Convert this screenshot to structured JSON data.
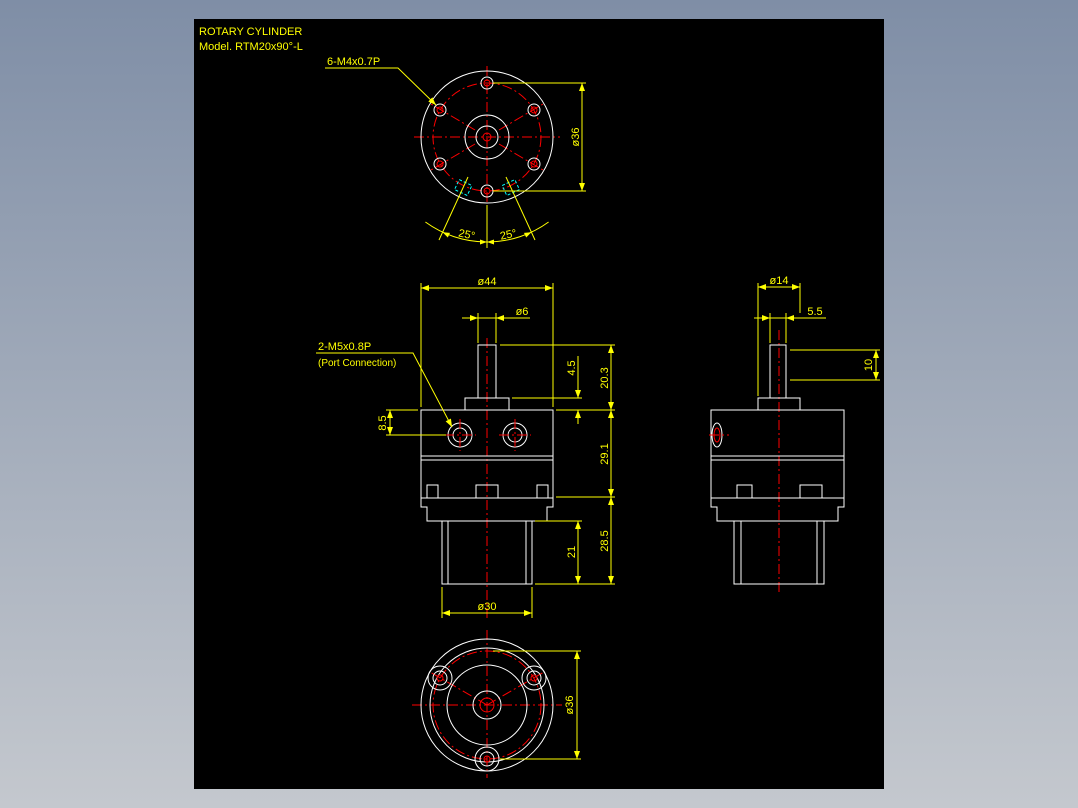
{
  "drawing": {
    "title": "ROTARY CYLINDER",
    "model": "Model. RTM20x90°-L"
  },
  "top_view": {
    "hole_callout": "6-M4x0.7P",
    "bolt_circle_dim": "ø36",
    "angle_left": "25°",
    "angle_right": "25°"
  },
  "front_view": {
    "body_diameter_dim": "ø44",
    "shaft_diameter_dim": "ø6",
    "port_callout": "2-M5x0.8P",
    "port_note": "(Port Connection)",
    "port_height_dim": "8.5",
    "collar_height_dim": "4.5",
    "shaft_height_dim": "20.3",
    "body_height_dim": "29.1",
    "base_height_dim": "28.5",
    "boss_height_dim": "21",
    "base_diameter_dim": "ø30"
  },
  "side_view": {
    "collar_diameter_dim": "ø14",
    "flat_width_dim": "5.5",
    "flat_length_dim": "10"
  },
  "bottom_view": {
    "bolt_circle_dim": "ø36"
  },
  "colors": {
    "viewport_top": "#7f8ea6",
    "viewport_bottom": "#c4c8ce",
    "canvas": "#000000",
    "outline": "#ffffff",
    "dimension": "#ffff00",
    "centerline": "#ff0000",
    "hidden": "#00ffff"
  }
}
